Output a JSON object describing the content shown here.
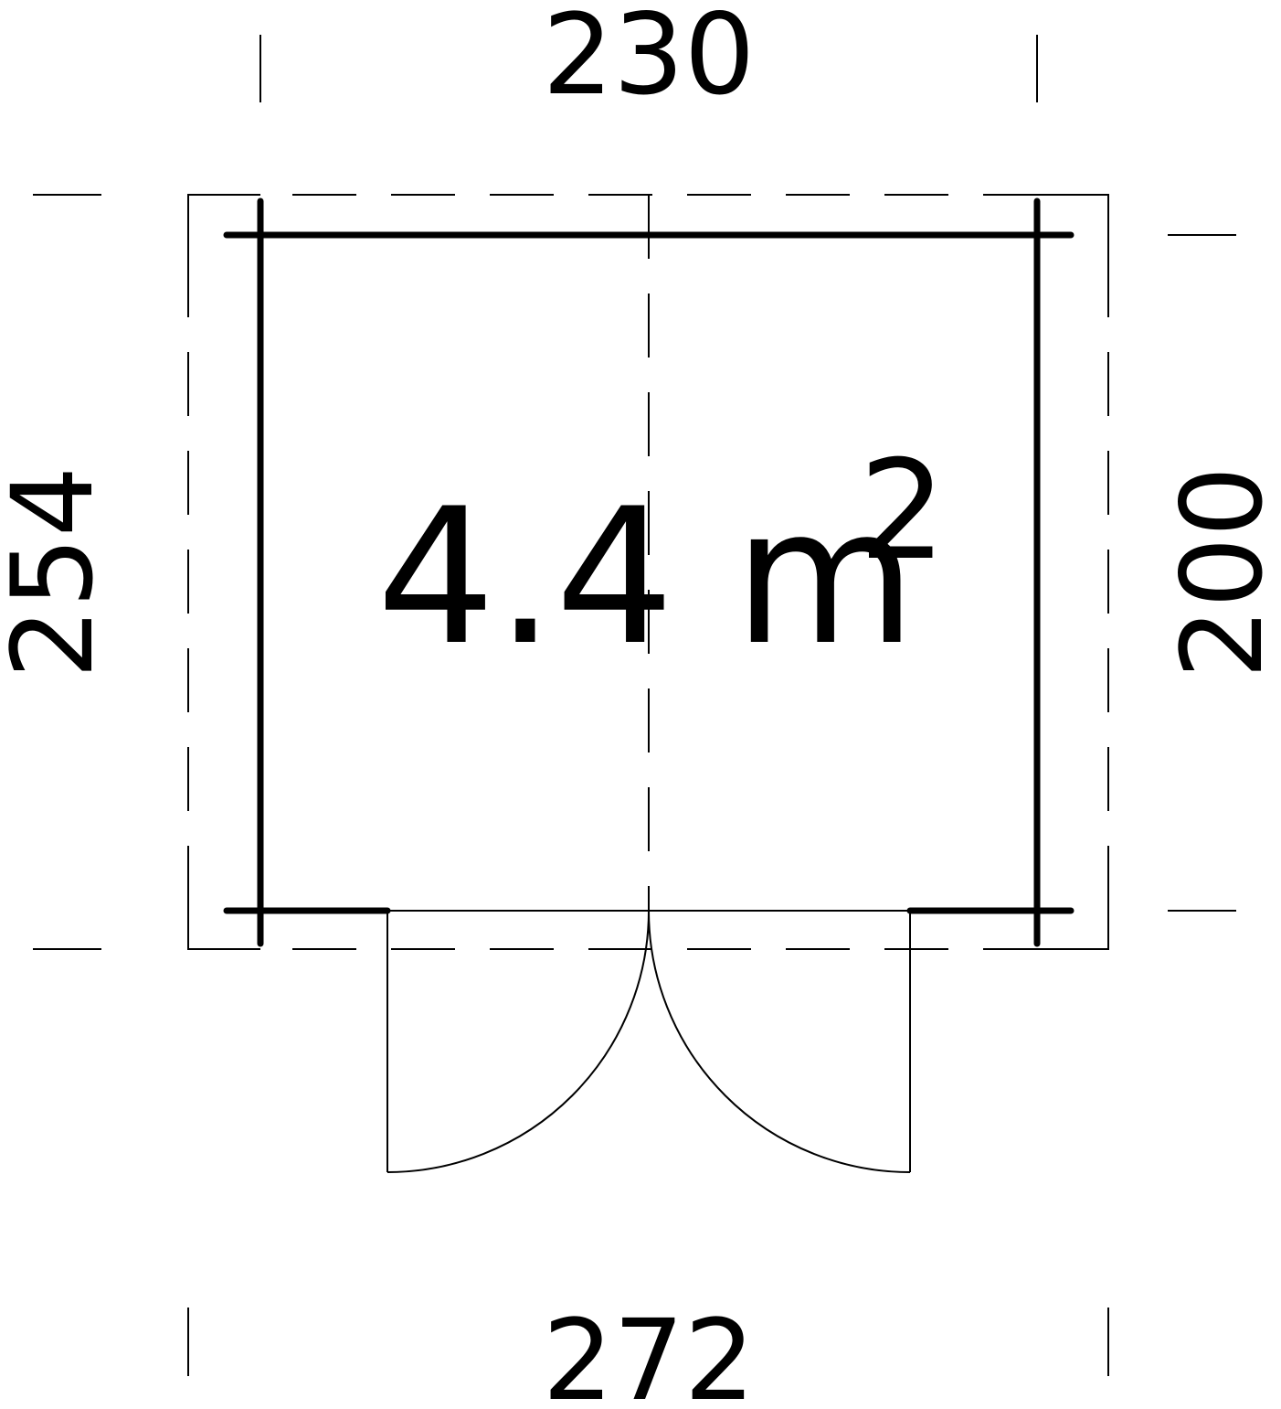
{
  "dimensions": {
    "top_width": "230",
    "bottom_width": "272",
    "left_depth": "254",
    "right_depth": "200"
  },
  "area": {
    "value": "4.4 m",
    "exponent": "2"
  },
  "colors": {
    "line": "#000000",
    "background": "#ffffff"
  }
}
